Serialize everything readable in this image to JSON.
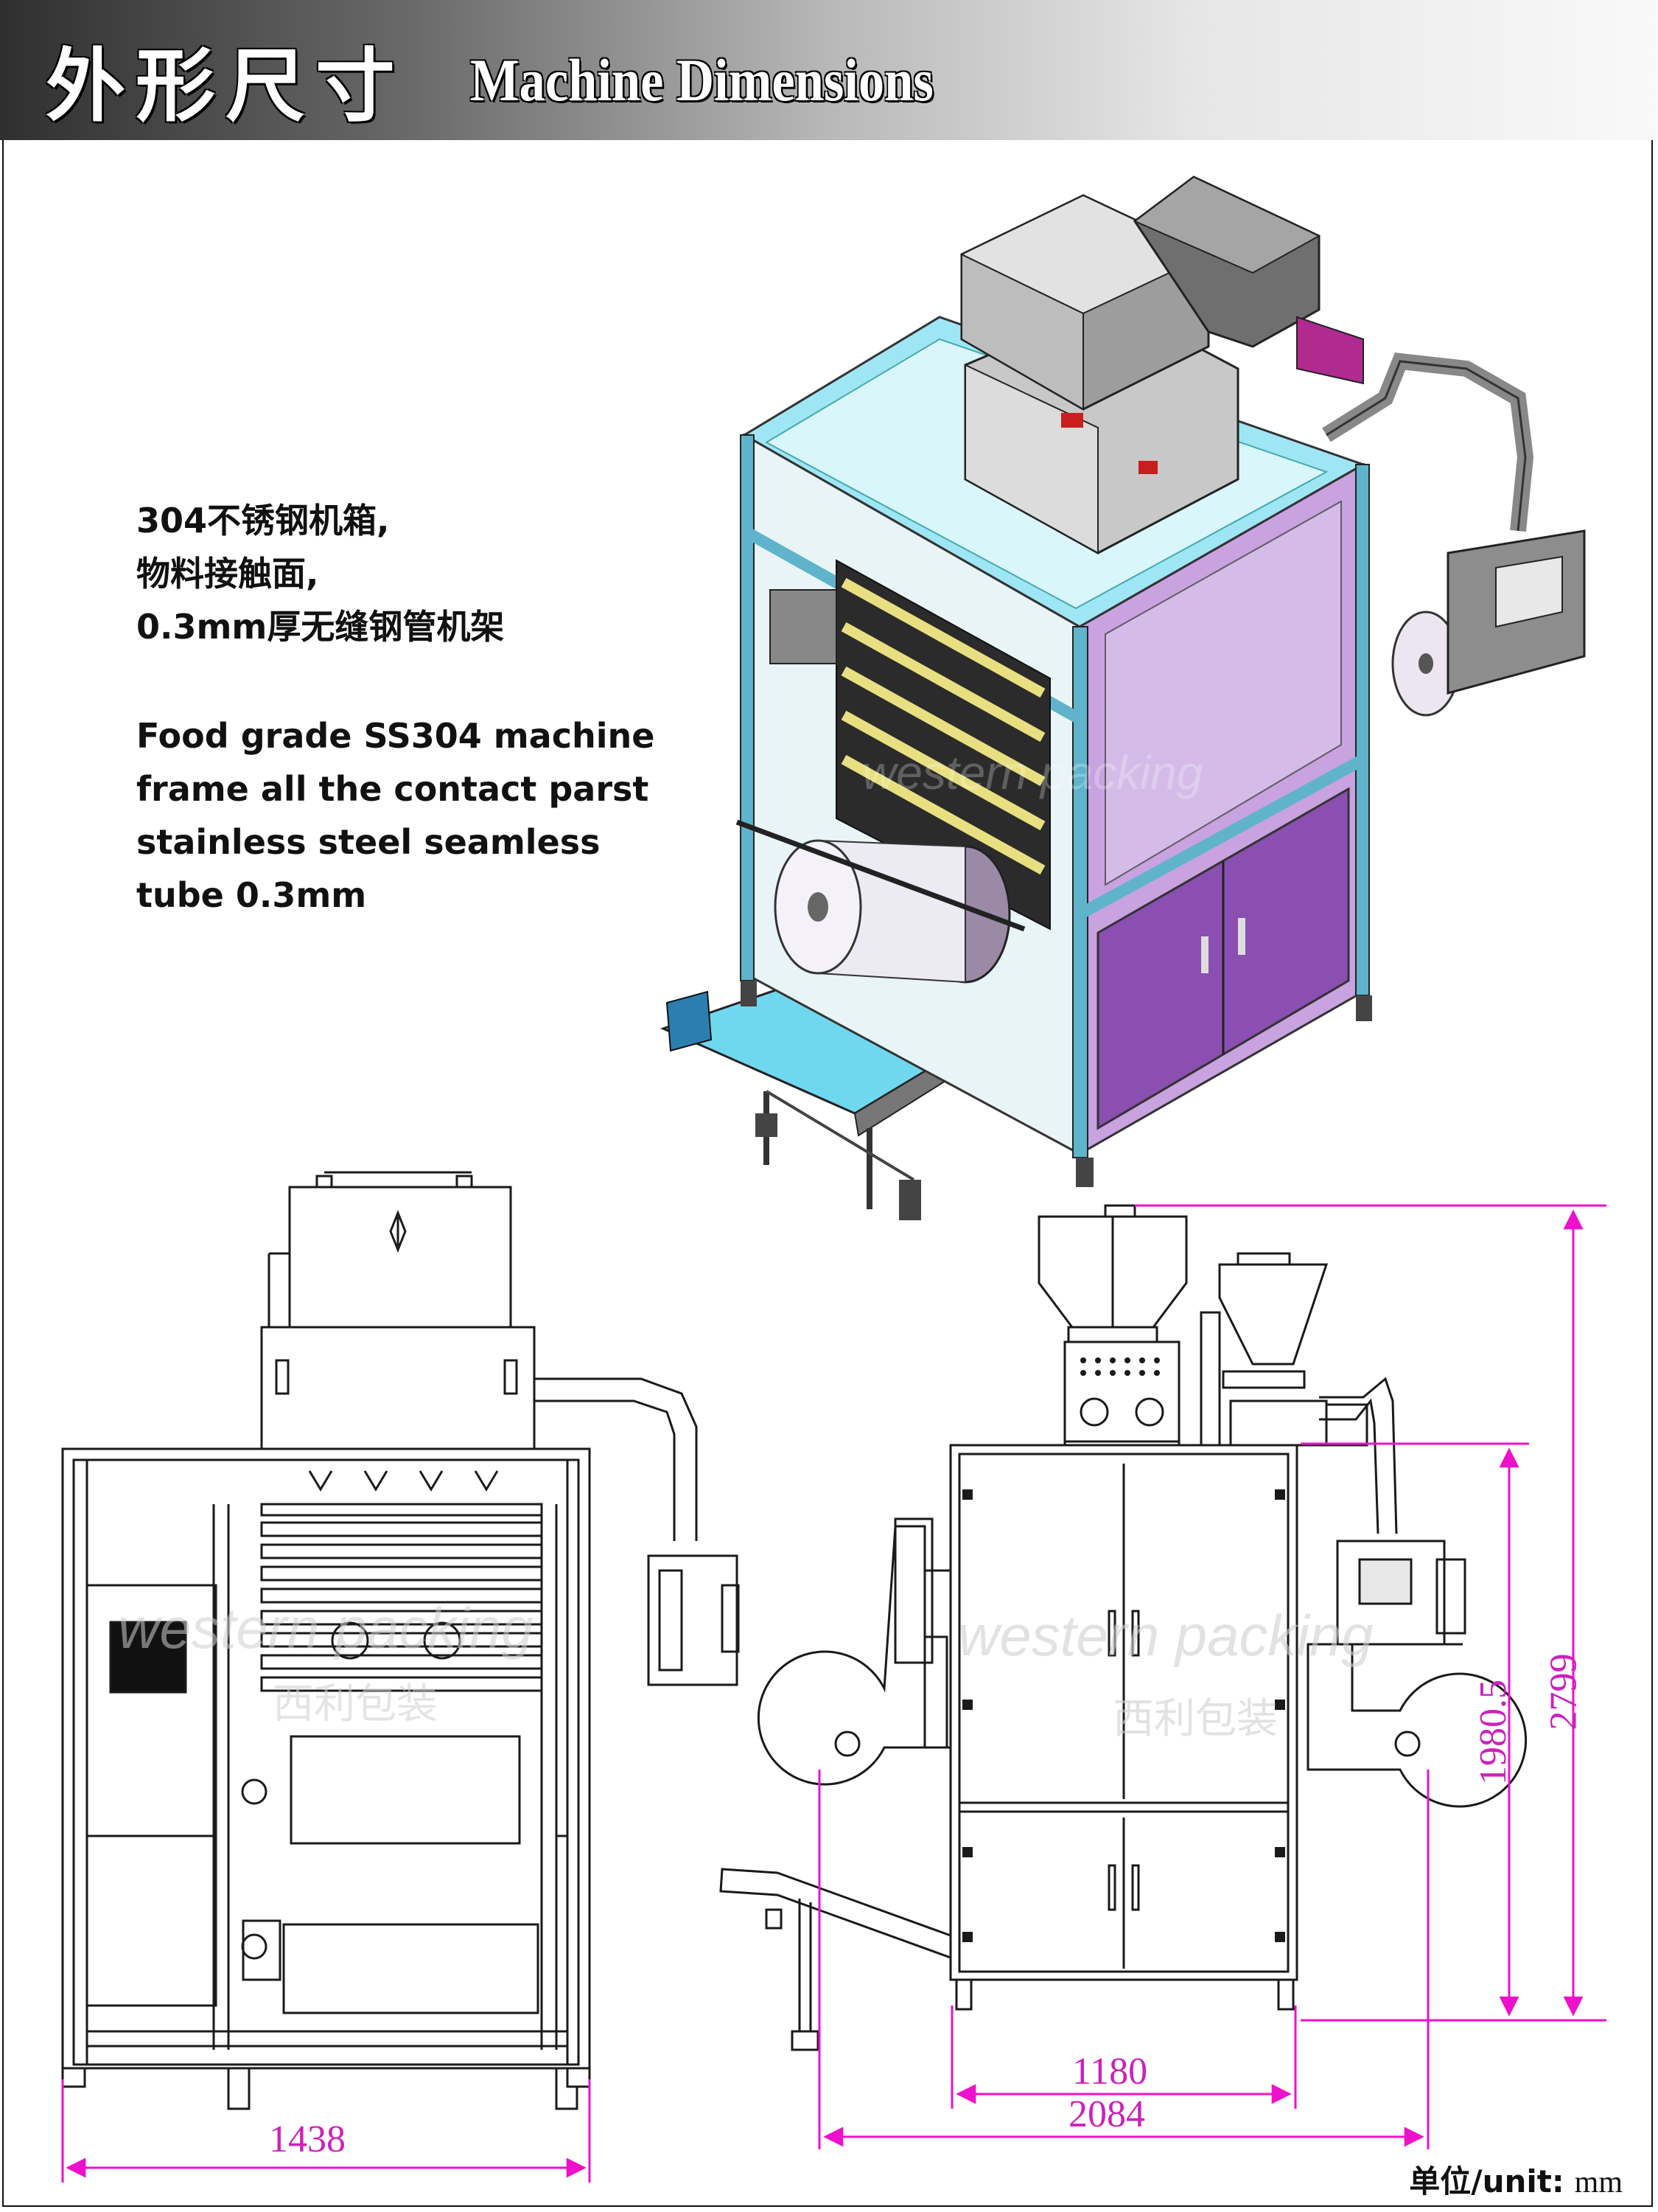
{
  "header": {
    "title_cn": "外形尺寸",
    "title_en": "Machine Dimensions"
  },
  "description": {
    "cn_lines": [
      "304不锈钢机箱,",
      "物料接触面,",
      "0.3mm厚无缝钢管机架"
    ],
    "en_lines": [
      "Food grade SS304 machine",
      "frame all the contact parst",
      "stainless steel seamless",
      "tube 0.3mm"
    ]
  },
  "dimensions": {
    "front_width": "1438",
    "body_width": "1180",
    "overall_width": "2084",
    "body_height": "1980.5",
    "overall_height": "2799"
  },
  "watermark": {
    "en": "western packing",
    "cn": "西利包装"
  },
  "machine_label": {
    "brand": "western packing",
    "cn": "西利包装"
  },
  "unit": {
    "label": "单位/unit:",
    "value": "mm"
  },
  "colors": {
    "dimension": "#ee11cc",
    "frame": "#5fb4cc",
    "panel": "#8a4fb0",
    "steel": "#b8b8b8"
  }
}
